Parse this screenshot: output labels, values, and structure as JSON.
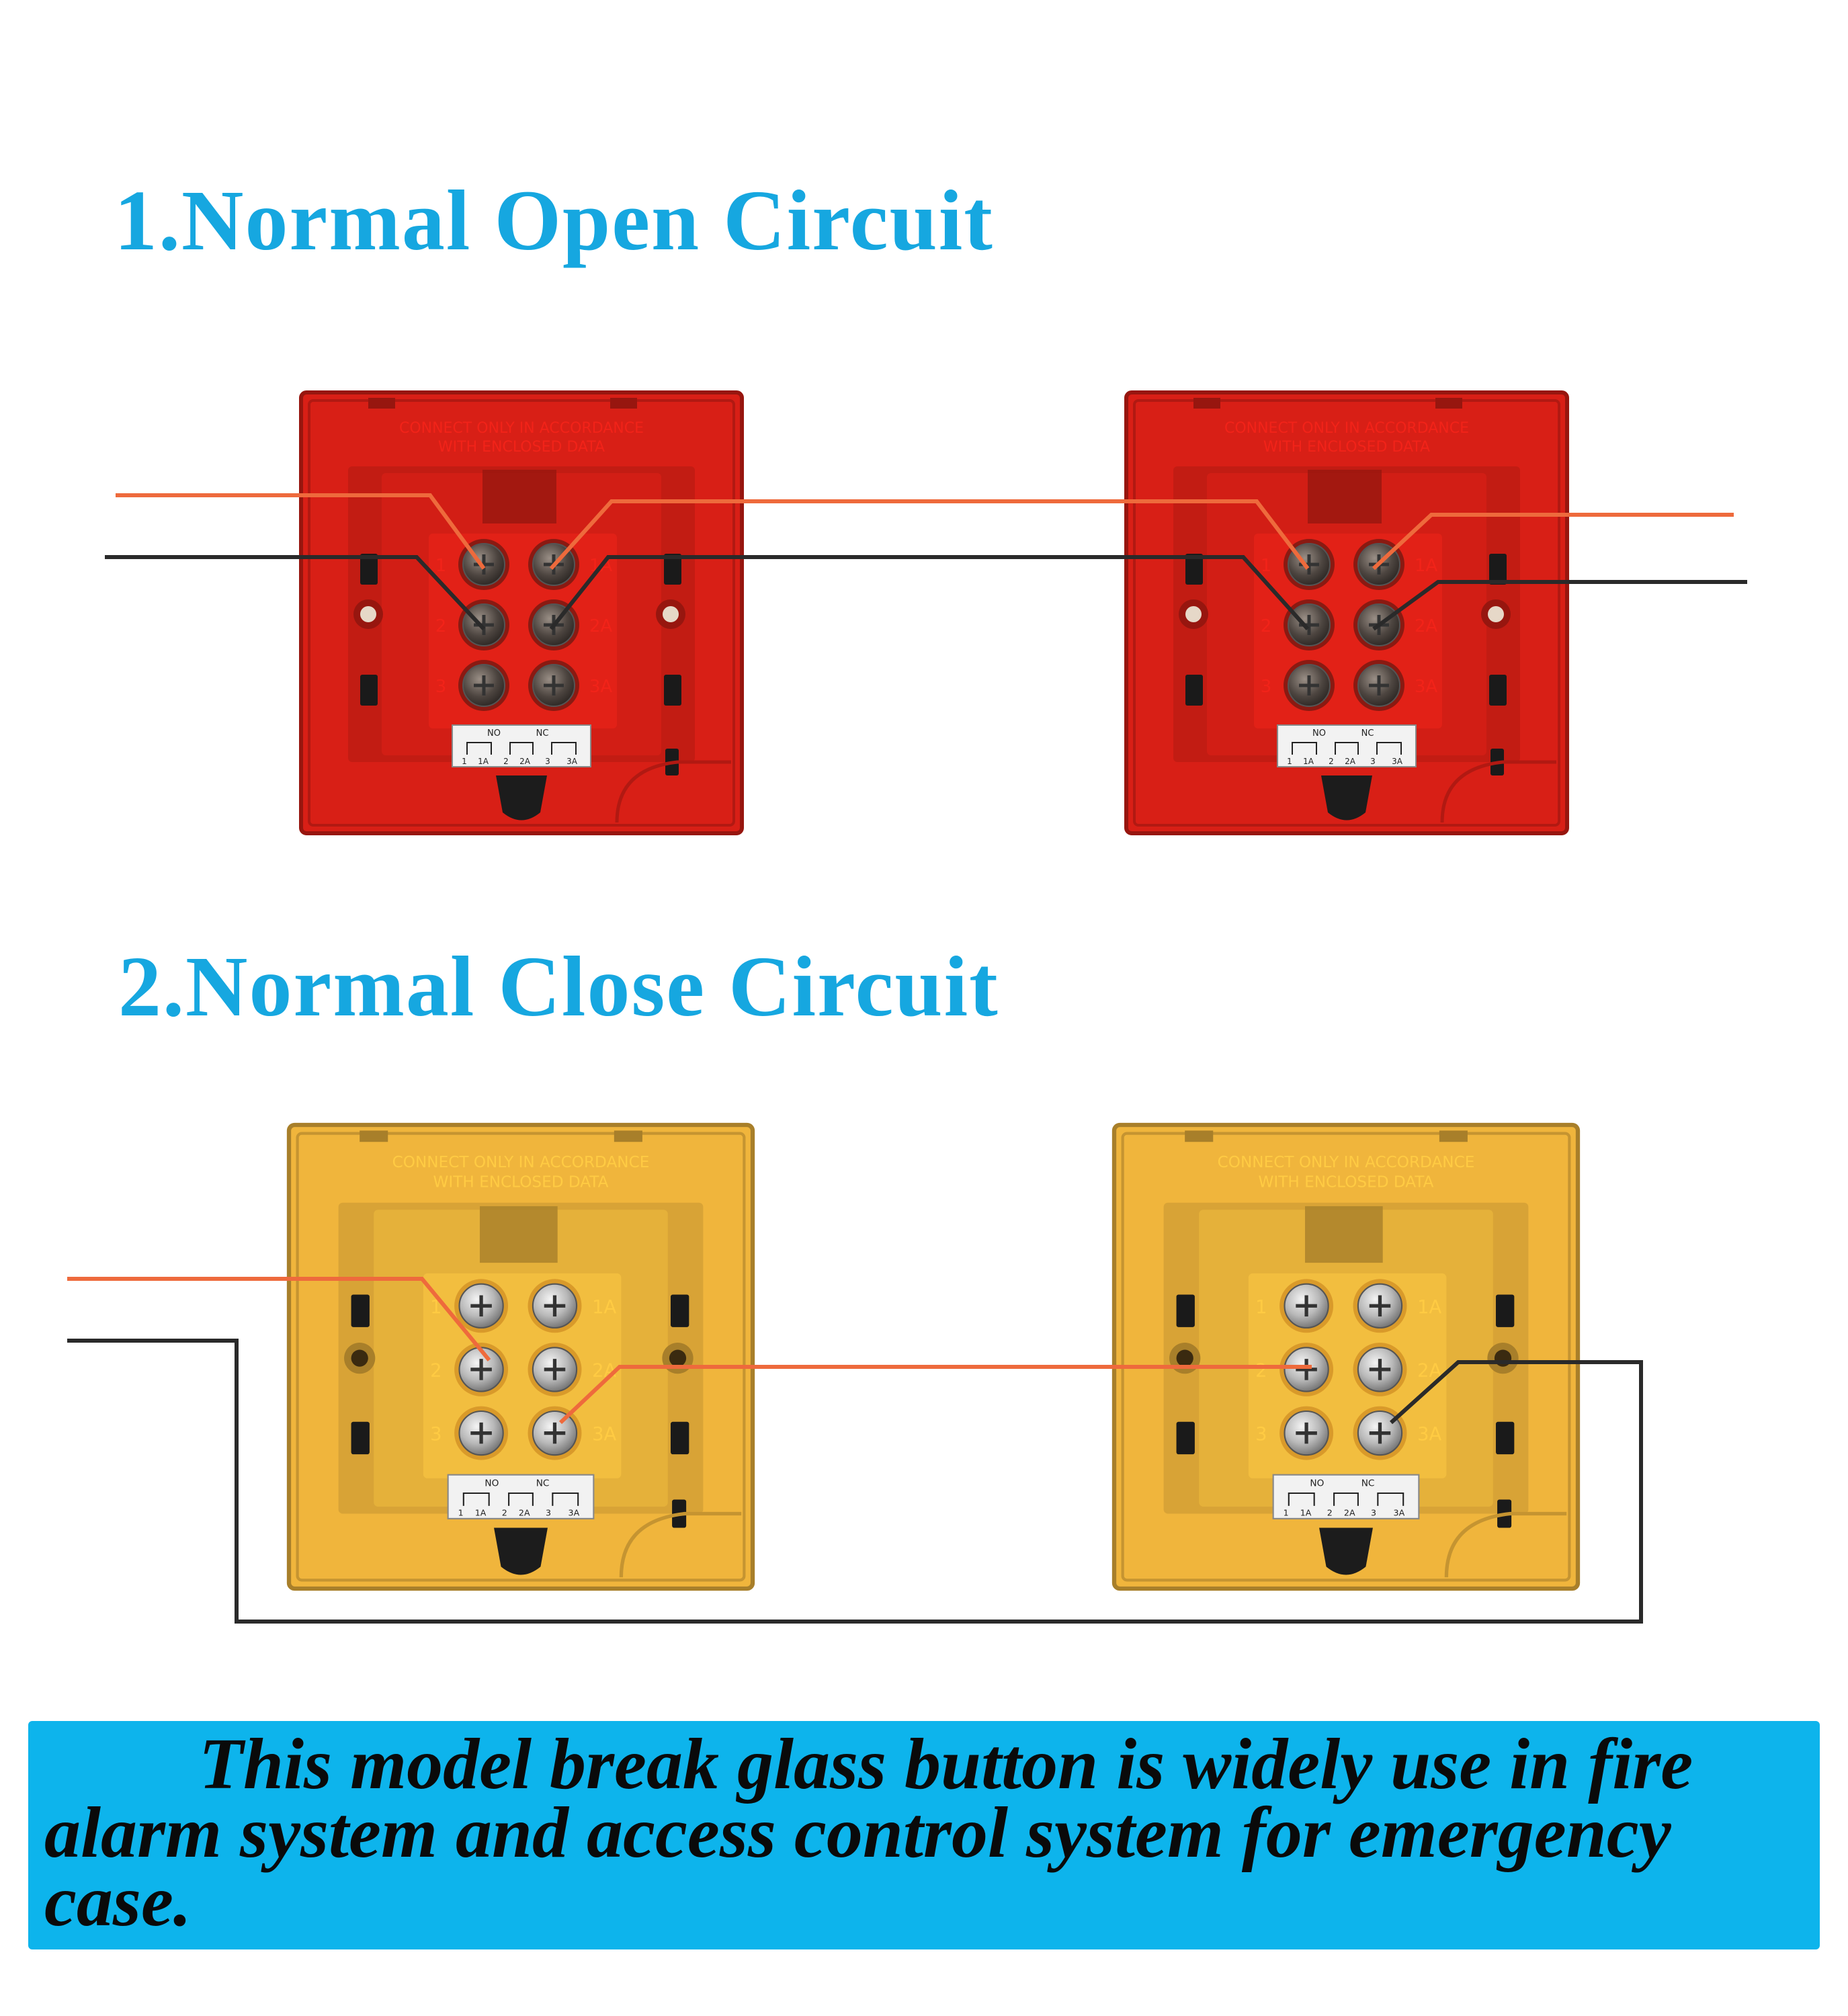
{
  "headings": {
    "normal_open": "1.Normal Open Circuit",
    "normal_close": "2.Normal Close Circuit"
  },
  "device": {
    "embossed_text_line1": "CONNECT ONLY IN ACCORDANCE",
    "embossed_text_line2": "WITH ENCLOSED DATA",
    "terminal_labels_left": [
      "1",
      "2",
      "3"
    ],
    "terminal_labels_right": [
      "1A",
      "2A",
      "3A"
    ],
    "schematic_top": [
      "NO",
      "NC"
    ],
    "schematic_bottom": [
      "1",
      "1A",
      "2",
      "2A",
      "3",
      "3A"
    ]
  },
  "colors": {
    "heading": "#16a7e0",
    "red_housing": "#d81f16",
    "yellow_housing": "#f0b53c",
    "wire_orange": "#ee6a3c",
    "wire_black": "#2a2a2a",
    "banner_bg": "#0db4ec"
  },
  "banner": {
    "text": "This model break glass button is widely use in fire alarm system and access control system for emergency case."
  }
}
